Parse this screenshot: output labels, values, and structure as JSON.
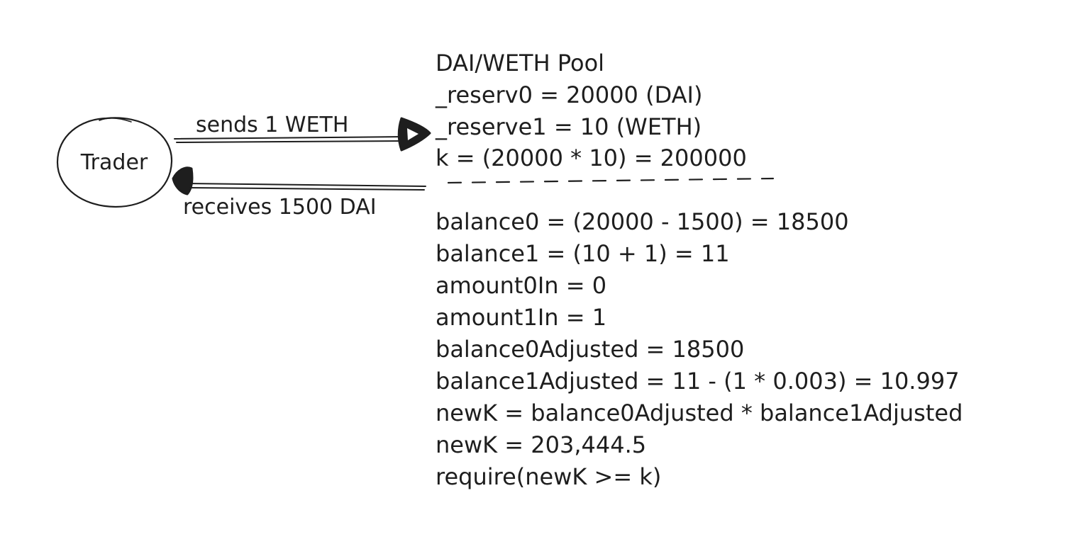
{
  "trader": {
    "label": "Trader"
  },
  "arrows": {
    "send_label": "sends 1 WETH",
    "receive_label": "receives 1500 DAI"
  },
  "pool": {
    "title": "DAI/WETH Pool",
    "reserve_lines": [
      "_reserv0 = 20000 (DAI)",
      "_reserve1 = 10 (WETH)",
      "k = (20000 * 10) = 200000"
    ],
    "calc_lines": [
      "balance0 = (20000 - 1500) = 18500",
      "balance1 = (10 + 1) = 11",
      "amount0In = 0",
      "amount1In = 1",
      "balance0Adjusted = 18500",
      "balance1Adjusted = 11 - (1 * 0.003) = 10.997",
      "newK = balance0Adjusted * balance1Adjusted",
      "newK = 203,444.5",
      "require(newK >= k)"
    ]
  },
  "colors": {
    "ink": "#1e1e1e",
    "background": "#ffffff"
  }
}
